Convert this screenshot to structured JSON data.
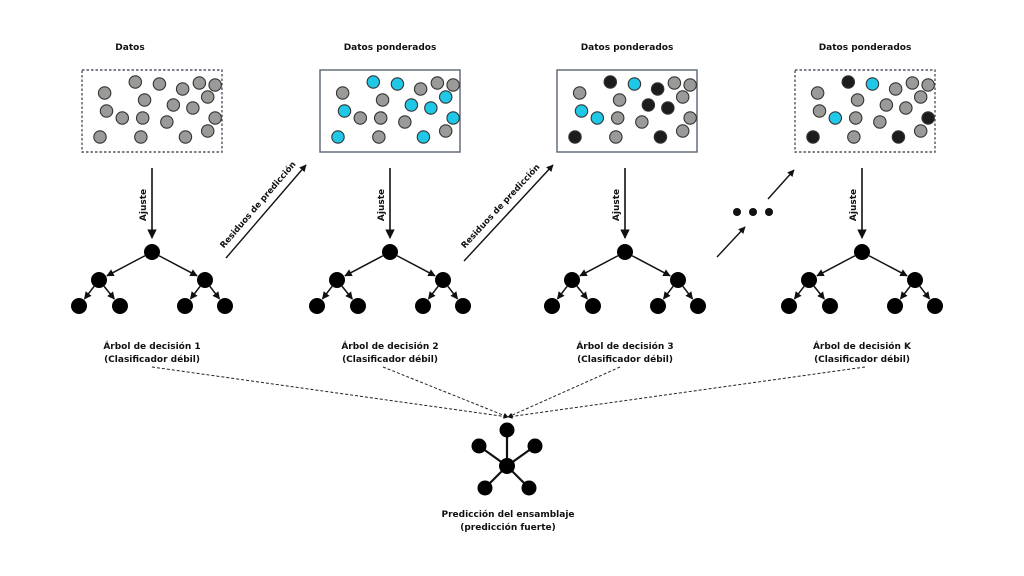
{
  "title": "Boosting ensemble diagram",
  "colors": {
    "gray_dot": "#9a9a98",
    "cyan_dot": "#1fc8e6",
    "dark_dot": "#1c1c1c",
    "node": "#000000"
  },
  "stages": [
    {
      "data_label": "Datos",
      "box_style": "dashed",
      "fit_label": "Ajuste",
      "tree_label": "Árbol de decisión 1",
      "tree_sublabel": "(Clasificador débil)",
      "dots": [
        "g",
        "g",
        "g",
        "g",
        "g",
        "g",
        "g",
        "g",
        "g",
        "g",
        "g",
        "g",
        "g",
        "g",
        "g",
        "g",
        "g",
        "g",
        "g"
      ]
    },
    {
      "data_label": "Datos ponderados",
      "box_style": "solid",
      "fit_label": "Ajuste",
      "tree_label": "Árbol de decisión 2",
      "tree_sublabel": "(Clasificador débil)",
      "dots": [
        "c",
        "c",
        "g",
        "g",
        "g",
        "g",
        "g",
        "c",
        "c",
        "c",
        "c",
        "g",
        "g",
        "g",
        "c",
        "c",
        "g",
        "c",
        "g"
      ]
    },
    {
      "data_label": "Datos ponderados",
      "box_style": "solid",
      "fit_label": "Ajuste",
      "tree_label": "Árbol de decisión 3",
      "tree_sublabel": "(Clasificador débil)",
      "dots": [
        "d",
        "c",
        "d",
        "g",
        "g",
        "g",
        "g",
        "c",
        "d",
        "d",
        "g",
        "c",
        "g",
        "g",
        "g",
        "d",
        "g",
        "d",
        "g"
      ]
    },
    {
      "data_label": "Datos ponderados",
      "box_style": "dashed",
      "fit_label": "Ajuste",
      "tree_label": "Árbol de decisión K",
      "tree_sublabel": "(Clasificador débil)",
      "dots": [
        "d",
        "c",
        "g",
        "g",
        "g",
        "g",
        "g",
        "g",
        "g",
        "g",
        "g",
        "c",
        "g",
        "g",
        "d",
        "d",
        "g",
        "d",
        "g"
      ]
    }
  ],
  "transitions": [
    {
      "label": "Residuos de predicción"
    },
    {
      "label": "Residuos de predicción"
    },
    {
      "label": "",
      "ellipsis": "• • •"
    }
  ],
  "ensemble": {
    "label": "Predicción del ensamblaje",
    "sublabel": "(predicción fuerte)"
  }
}
